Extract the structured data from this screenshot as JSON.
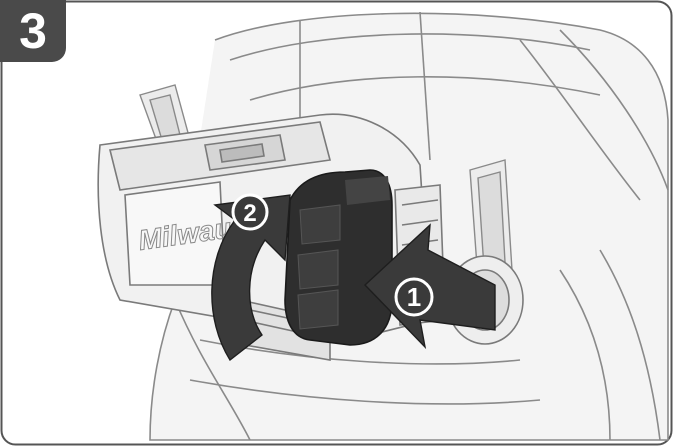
{
  "step": {
    "number": "3"
  },
  "callouts": [
    {
      "id": "1",
      "label": "1"
    },
    {
      "id": "2",
      "label": "2"
    }
  ],
  "brand_mark": "Milwaukee",
  "colors": {
    "badge": "#4a4a4a",
    "arrow": "#3a3a3a",
    "battery": "#2e2e2e",
    "outline": "#8a8a8a",
    "frame": "#555555"
  }
}
